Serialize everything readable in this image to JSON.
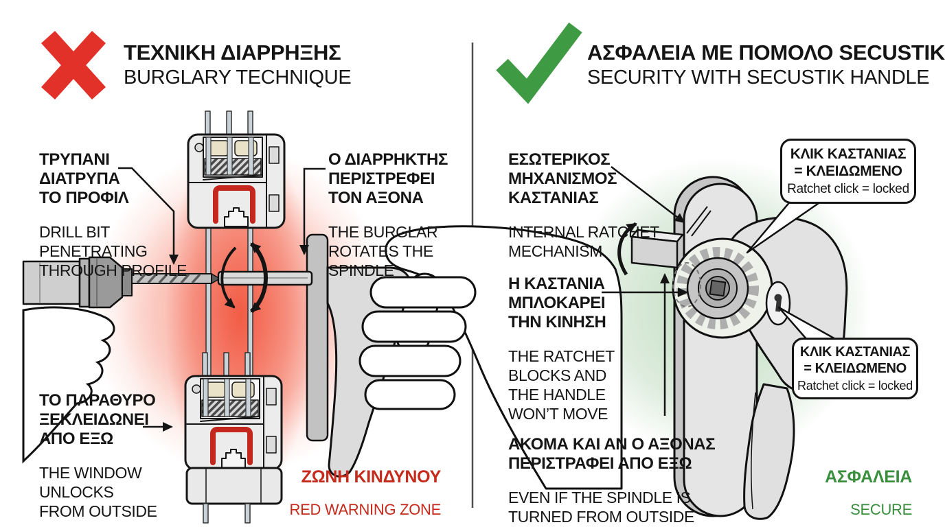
{
  "colors": {
    "x_red": "#e23128",
    "danger_red": "#c52a1c",
    "check_green": "#3f9b43",
    "safe_green": "#3a8f3e",
    "text": "#151515"
  },
  "left_panel": {
    "icon": "x-mark-icon",
    "title_greek": "ΤΕΧΝΙΚΗ ΔΙΑΡΡΗΞΗΣ",
    "title_english": "BURGLARY TECHNIQUE",
    "labels": [
      {
        "greek": "ΤΡΥΠΑΝΙ\nΔΙΑΤΡΥΠΑ\nΤΟ ΠΡΟΦΙΛ",
        "english": "DRILL BIT\nPENETRATING\nTHROUGH PROFILE"
      },
      {
        "greek": "Ο ΔΙΑΡΡΗΚΤΗΣ\nΠΕΡΙΣΤΡΕΦΕΙ\nΤΟΝ ΑΞΟΝΑ",
        "english": "THE BURGLAR\nROTATES THE\nSPINDLE"
      },
      {
        "greek": "ΤΟ ΠΑΡΑΘΥΡΟ\nΞΕΚΛΕΙΔΩΝΕΙ\nΑΠΟ ΕΞΩ",
        "english": "THE WINDOW\nUNLOCKS\nFROM OUTSIDE"
      }
    ],
    "footer": {
      "greek": "ΖΩΝΗ ΚΙΝΔΥΝΟΥ",
      "english": "RED WARNING ZONE"
    }
  },
  "right_panel": {
    "icon": "check-mark-icon",
    "title_greek": "ΑΣΦΑΛΕΙΑ ΜΕ ΠΟΜΟΛΟ SECUSTIK",
    "title_english": "SECURITY WITH SECUSTIK HANDLE",
    "labels": [
      {
        "greek": "ΕΣΩΤΕΡΙΚΟΣ\nΜΗΧΑΝΙΣΜΟΣ\nΚΑΣΤΑΝΙΑΣ",
        "english": "INTERNAL RATCHET\nMECHANISM"
      },
      {
        "greek": "Η ΚΑΣΤΑΝΙΑ\nΜΠΛΟΚΑΡΕΙ\nΤΗΝ ΚΙΝΗΣΗ",
        "english": "THE RATCHET\nBLOCKS AND\nTHE HANDLE\nWON’T MOVE"
      },
      {
        "greek": "ΑΚΟΜΑ ΚΑΙ ΑΝ Ο ΑΞΟΝΑΣ\nΠΕΡΙΣΤΡΑΦΕΙ ΑΠΟ ΕΞΩ",
        "english": "EVEN IF THE SPINDLE IS\nTURNED FROM OUTSIDE"
      }
    ],
    "callouts": [
      {
        "greek": "ΚΛΙΚ ΚΑΣΤΑΝΙΑΣ\n= ΚΛΕΙΔΩΜΕΝΟ",
        "english": "Ratchet click = locked"
      },
      {
        "greek": "ΚΛΙΚ ΚΑΣΤΑΝΙΑΣ\n= ΚΛΕΙΔΩΜΕΝΟ",
        "english": "Ratchet click = locked"
      }
    ],
    "footer": {
      "greek": "ΑΣΦΑΛΕΙΑ",
      "english": "SECURE"
    }
  }
}
